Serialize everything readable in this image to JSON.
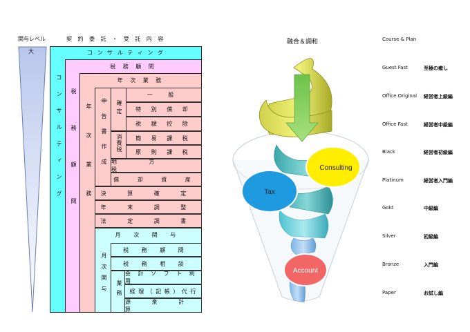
{
  "left": {
    "involvement_label": "関与レベル",
    "big_label": "大",
    "header": "契 約 委 託 ・ 受 託 内 容",
    "consulting": "コ ン サ ル テ ィ ン グ",
    "consulting_v": "コンサルティング",
    "tax_services": "税 務 顧 問",
    "tax_v": "税務顧問",
    "annual_work": "年 次 業 務",
    "annual_v": "年次業務",
    "filing_v": "申告書作成",
    "confirm_v": "確定",
    "consumption_v": "消費税",
    "items_confirm": [
      "一 般",
      "特 別 償 却",
      "税 額 控 除"
    ],
    "items_consumption": [
      "簡 易 課 税",
      "原 則 課 税"
    ],
    "local_tax": "地 方 税",
    "depreciable": "償 却 資 産",
    "settlement": "決 算 確 定",
    "year_end": "年 末 調 整",
    "legal_docs": "法 定 調 書",
    "monthly_involvement": "月 次 関 与",
    "monthly_v": "月次関与",
    "work_v": "業務",
    "tax_consult_items": [
      "税 務 顧 問",
      "税 務 相 談"
    ],
    "work_items": [
      "会 計 ソ フ ト 利 用",
      "経 理 （ 記 帳 ） 代 行",
      "源 泉 計 算"
    ]
  },
  "center": {
    "title": "融合＆調和",
    "consulting": "Consulting",
    "tax": "Tax",
    "account": "Account"
  },
  "plans": {
    "header": "Course & Plan",
    "rows": [
      {
        "name": "Guest Fast",
        "level": "至極の癒し"
      },
      {
        "name": "Office Original",
        "level": "経営者上級編"
      },
      {
        "name": "Office Fast",
        "level": "経営者中級編"
      },
      {
        "name": "Black",
        "level": "経営者初級編"
      },
      {
        "name": "Platinum",
        "level": "経営者入門編"
      },
      {
        "name": "Gold",
        "level": "中級編"
      },
      {
        "name": "Silver",
        "level": "初級編"
      },
      {
        "name": "Bronze",
        "level": "入門編"
      },
      {
        "name": "Paper",
        "level": "お試し編"
      }
    ]
  },
  "colors": {
    "consulting": "#66ffff",
    "tax": "#ffccff",
    "annual": "#ffcccc",
    "monthly": "#ccffff",
    "ellipse_consulting": "#ffee00",
    "ellipse_tax": "#1e9be0",
    "ellipse_account": "#f36666"
  }
}
